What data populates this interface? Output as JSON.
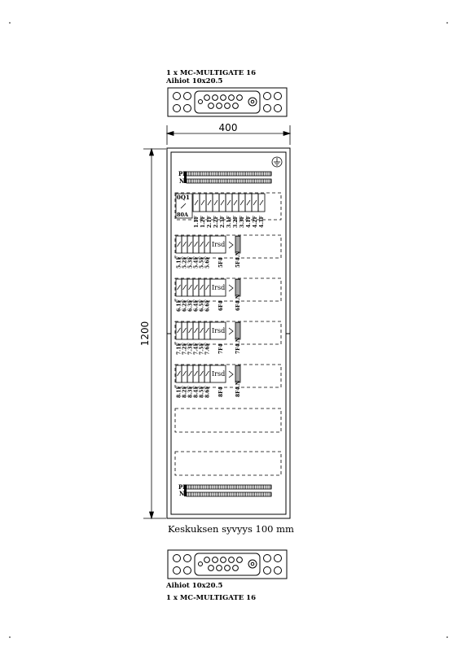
{
  "top_gland": {
    "line1": "1 x MC-MULTIGATE 16",
    "line2": "Aihiot 10x20.5"
  },
  "bottom_gland": {
    "line1": "Aihiot 10x20.5",
    "line2": "1 x MC-MULTIGATE 16"
  },
  "dimensions": {
    "width": "400",
    "height": "1200"
  },
  "depth_note": "Keskuksen syvyys 100 mm",
  "bus_labels": {
    "pe": "PE",
    "n": "N",
    "pe_bottom": "PE",
    "n_bottom": "N"
  },
  "main_switch": {
    "id": "0Q1",
    "rating": "80A"
  },
  "rcd_label": "Irsd",
  "groups": {
    "row1": [
      "1.1F",
      "1.2F",
      "2.1F",
      "2.2F",
      "2.3F",
      "3.1F",
      "3.2F",
      "3.3F",
      "4.1F",
      "4.2F",
      "4.3F"
    ],
    "g5": [
      "5.1F",
      "5.2F",
      "5.3F",
      "5.4F",
      "5.5F",
      "5.6F"
    ],
    "g6": [
      "6.1F",
      "6.2F",
      "6.3F",
      "6.4F",
      "6.5F",
      "6.6F"
    ],
    "g7": [
      "7.1F",
      "7.2F",
      "7.3F",
      "7.4F",
      "7.5F",
      "7.6F"
    ],
    "g8": [
      "8.1F",
      "8.2F",
      "8.3F",
      "8.4F",
      "8.5F",
      "8.6F"
    ]
  },
  "rcd_ids": [
    "5F4",
    "6F4",
    "7F4",
    "8F4"
  ],
  "term_ids": [
    "5F4.N",
    "6F4.N",
    "7F4.N",
    "8F4.N"
  ]
}
